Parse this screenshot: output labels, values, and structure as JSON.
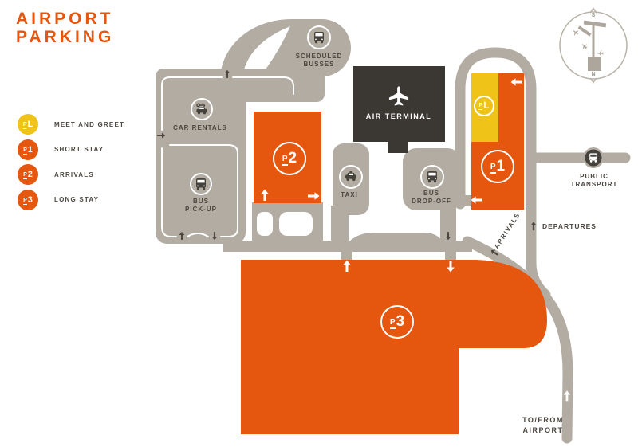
{
  "colors": {
    "orange": "#E5570E",
    "yellow": "#EFC317",
    "road": "#B3ACA2",
    "road_dark": "#45413B",
    "terminal": "#3B3834",
    "text_dark": "#4C4640",
    "compass": "#B9B3A9",
    "compass_fill": "#ADA69C"
  },
  "title": {
    "line1": "AIRPORT",
    "line2": "PARKING"
  },
  "legend": {
    "items": [
      {
        "code_prefix": "P",
        "code_char": "L",
        "label": "MEET AND GREET"
      },
      {
        "code_prefix": "P",
        "code_char": "1",
        "label": "SHORT STAY"
      },
      {
        "code_prefix": "P",
        "code_char": "2",
        "label": "ARRIVALS"
      },
      {
        "code_prefix": "P",
        "code_char": "3",
        "label": "LONG STAY"
      }
    ]
  },
  "map": {
    "labels": {
      "scheduled_busses": {
        "line1": "SCHEDULED",
        "line2": "BUSSES"
      },
      "car_rentals": "CAR RENTALS",
      "bus_pickup": {
        "line1": "BUS",
        "line2": "PICK-UP"
      },
      "taxi": "TAXI",
      "air_terminal": "AIR TERMINAL",
      "bus_dropoff": {
        "line1": "BUS",
        "line2": "DROP-OFF"
      },
      "public_transport": {
        "line1": "PUBLIC",
        "line2": "TRANSPORT"
      },
      "departures": "DEPARTURES",
      "arrivals": "ARRIVALS",
      "to_from_airport": {
        "line1": "TO/FROM",
        "line2": "AIRPORT"
      }
    },
    "badges": {
      "pl": {
        "prefix": "P",
        "char": "L"
      },
      "p1": {
        "prefix": "P",
        "char": "1"
      },
      "p2": {
        "prefix": "P",
        "char": "2"
      },
      "p3": {
        "prefix": "P",
        "char": "3"
      }
    },
    "compass": {
      "top": "S",
      "bottom": "N"
    }
  }
}
